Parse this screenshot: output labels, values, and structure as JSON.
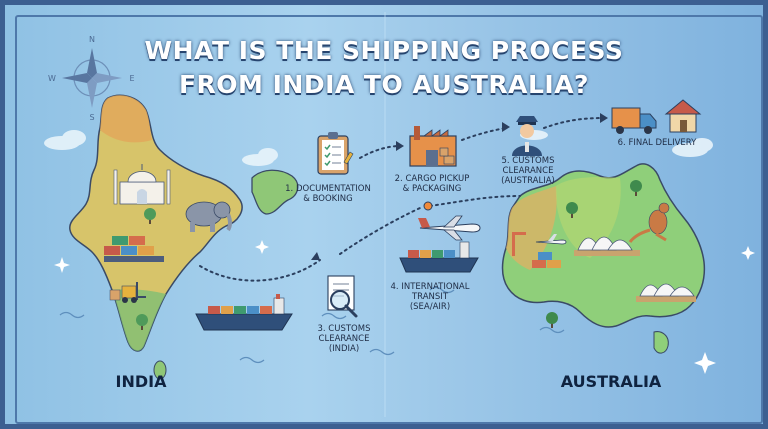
{
  "title_line1": "WHAT IS THE SHIPPING PROCESS",
  "title_line2": "FROM INDIA TO AUSTRALIA?",
  "compass": {
    "north": "N",
    "east": "E",
    "south": "S",
    "west": "W"
  },
  "steps": [
    {
      "line1": "1. DOCUMENTATION",
      "line2": "& BOOKING",
      "line3": ""
    },
    {
      "line1": "2. CARGO PICKUP",
      "line2": "& PACKAGING",
      "line3": ""
    },
    {
      "line1": "3. CUSTOMS",
      "line2": "CLEARANCE",
      "line3": "(INDIA)"
    },
    {
      "line1": "4. INTERNATIONAL",
      "line2": "TRANSIT",
      "line3": "(SEA/AIR)"
    },
    {
      "line1": "5. CUSTOMS",
      "line2": "CLEARANCE",
      "line3": "(AUSTRALIA)"
    },
    {
      "line1": "6. FINAL DELIVERY",
      "line2": "",
      "line3": ""
    }
  ],
  "countries": {
    "origin": "INDIA",
    "destination": "AUSTRALIA"
  },
  "colors": {
    "india_land": "#d7c46a",
    "australia_land": "#8fcf7a",
    "route_line": "#2b3f5e",
    "title_text": "#ffffff"
  }
}
